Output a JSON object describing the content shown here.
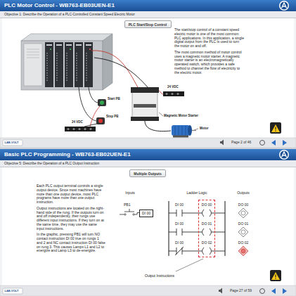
{
  "diagram": {
    "nodes": [
      {
        "text": [
          "PLC Motor Control - WB763-EB03UEN-E1"
        ]
      },
      {
        "text": [
          "Objective 1: Describe the Operation of a PLC-Controlled Constant Speed Electric Motor"
        ]
      },
      {
        "text": [
          "PLC Start/Stop Control"
        ]
      },
      {
        "text": [
          "Basic PLC Programming - WB763-EB02UEN-E1"
        ]
      },
      {
        "text": [
          "Objective 5: Describe the Operation of a PLC Output Instruction"
        ]
      },
      {
        "text": [
          "Multiple Outputs"
        ]
      },
      {
        "text": [
          "DI 00"
        ]
      },
      {
        "text": [
          "Output Instructions"
        ]
      }
    ],
    "labels": [
      "The start/stop control of a constant speed electric motor is one of the most common PLC applications. In this application, a single digital output from the PLC is used to turn the motor on and off.",
      "The most common method of motor control uses a magnetic motor starter. A magnetic motor starter is an electromagnetically operated switch, which provides a safe method to channel the flow of electricity to the electric motor.",
      "Start PB",
      "Stop PB",
      "24 VDC",
      "24 VDC",
      "Magnetic Motor Starter",
      "Motor",
      "LAB-VOLT",
      "Page 2 of 46",
      "Each PLC output terminal controls a single output device. Since most machines have more than one output device, most PLC programs have more than one output instruction.",
      "Output instructions are located on the right-hand side of the rung. If the outputs turn on and off independently, their rungs use different input instructions. If they turn on at the same time, they may use the same input instructions.",
      "In the graphic, pressing PB1 will turn NO contact instruction DI 00 true on rungs 1 and 2 and NC contact instruction DI 00 false on rung 3. This causes Lamps L1 and L2 to energize and Lamp L3 to de-energize.",
      "Inputs",
      "Ladder Logic",
      "Outputs",
      "PB1",
      "DI 00",
      "DI 00",
      "DI 00",
      "DO 00",
      "DO 01",
      "DO 02",
      "DO 00",
      "DO 01",
      "DO 02",
      "LAB-VOLT",
      "Page 27 of 59"
    ]
  }
}
